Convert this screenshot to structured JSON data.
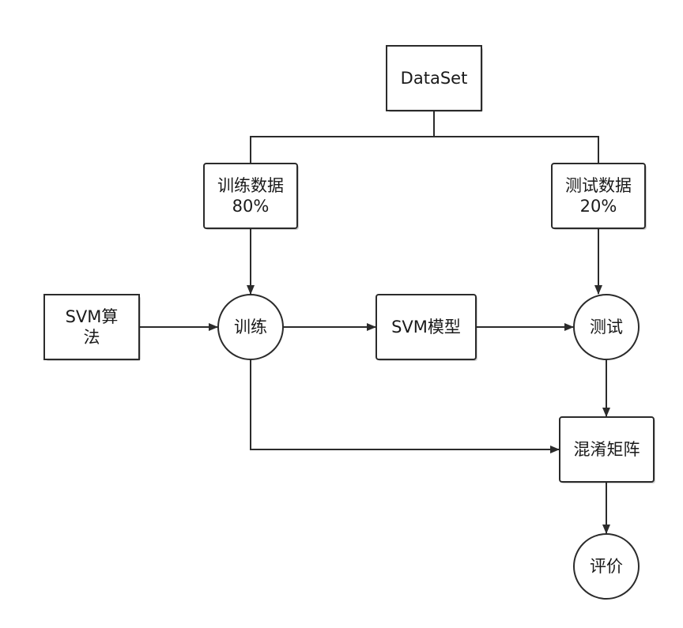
{
  "diagram": {
    "nodes": {
      "dataset": {
        "lines": [
          "DataSet"
        ]
      },
      "train_data": {
        "lines": [
          "训练数据",
          "80%"
        ]
      },
      "test_data": {
        "lines": [
          "测试数据",
          "20%"
        ]
      },
      "svm_algo": {
        "lines": [
          "SVM算",
          "法"
        ]
      },
      "train": {
        "lines": [
          "训练"
        ]
      },
      "svm_model": {
        "lines": [
          "SVM模型"
        ]
      },
      "test": {
        "lines": [
          "测试"
        ]
      },
      "confusion": {
        "lines": [
          "混淆矩阵"
        ]
      },
      "evaluate": {
        "lines": [
          "评价"
        ]
      }
    },
    "edges": [
      {
        "from": "dataset",
        "to": "train_data",
        "arrow": false
      },
      {
        "from": "dataset",
        "to": "test_data",
        "arrow": false
      },
      {
        "from": "train_data",
        "to": "train",
        "arrow": true
      },
      {
        "from": "test_data",
        "to": "test",
        "arrow": true
      },
      {
        "from": "svm_algo",
        "to": "train",
        "arrow": true
      },
      {
        "from": "train",
        "to": "svm_model",
        "arrow": true
      },
      {
        "from": "svm_model",
        "to": "test",
        "arrow": true
      },
      {
        "from": "test",
        "to": "confusion",
        "arrow": true
      },
      {
        "from": "train",
        "to": "confusion",
        "arrow": true
      },
      {
        "from": "confusion",
        "to": "evaluate",
        "arrow": true
      }
    ],
    "colors": {
      "stroke": "#2b2b2b",
      "fill": "#ffffff",
      "text": "#1a1a1a"
    }
  }
}
